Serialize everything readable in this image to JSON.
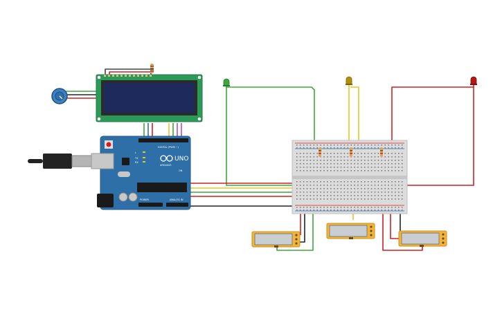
{
  "arduino": {
    "brand": "ARDUINO",
    "model": "UNO",
    "digital_label": "DIGITAL (PWM ~)",
    "power_label": "POWER",
    "analog_label": "ANALOG IN",
    "tx_label": "TX",
    "rx_label": "RX",
    "l_label": "L",
    "on_label": "ON"
  },
  "colors": {
    "arduino_board": "#2e6fa7",
    "lcd_board": "#2b9a57",
    "lcd_screen": "#1e2a5c",
    "breadboard": "#dcdcdc",
    "pot_body": "#3a82c4",
    "sensor_board": "#f2b53a",
    "wire_red": "#d41e1e",
    "wire_green": "#3aa83a",
    "wire_yellow": "#e8c820",
    "wire_black": "#222222",
    "led_green": "#3aa83a",
    "led_yellow": "#b0900a",
    "led_red": "#b81616"
  },
  "components": {
    "leds": [
      {
        "color": "green"
      },
      {
        "color": "yellow"
      },
      {
        "color": "red"
      }
    ],
    "sensors": [
      {
        "id": 1
      },
      {
        "id": 2
      },
      {
        "id": 3
      }
    ],
    "resistor_count": 4
  }
}
